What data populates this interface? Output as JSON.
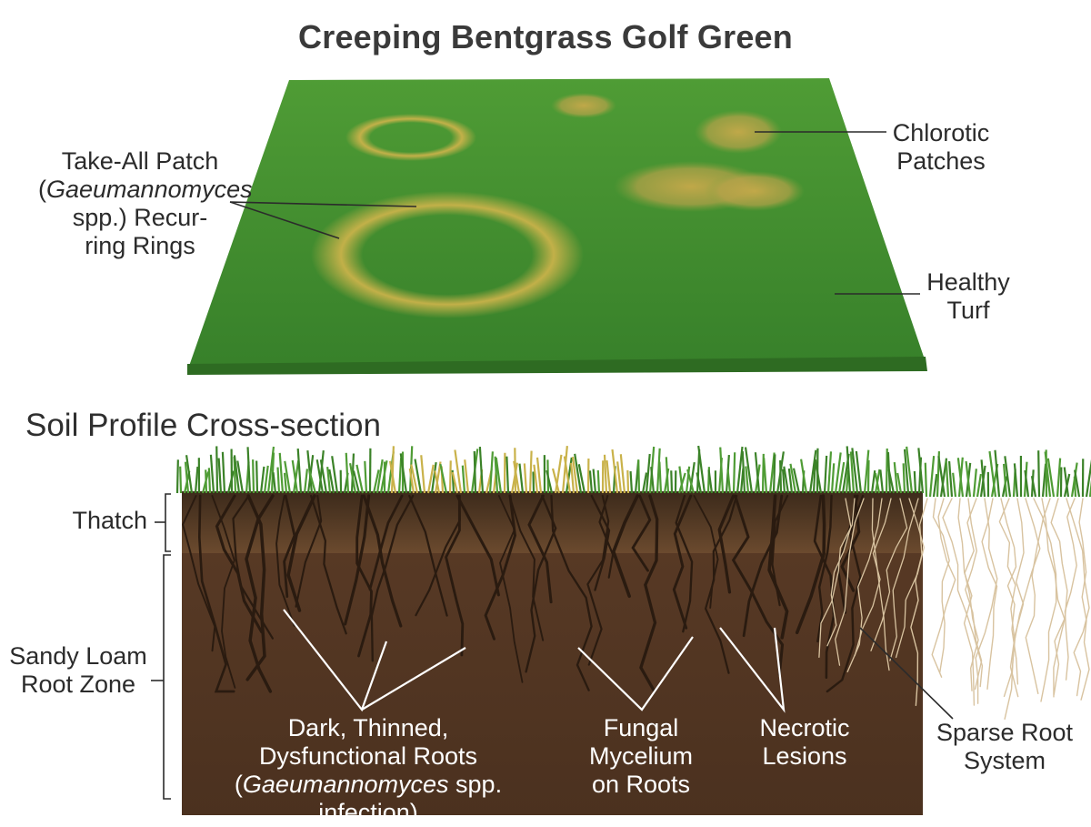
{
  "title": "Creeping Bentgrass Golf Green",
  "section_title": "Soil Profile Cross-section",
  "labels": {
    "take_all": {
      "line1": "Take-All Patch",
      "line2_paren": "(",
      "line2_italic": "Gaeumannomyces",
      "line3": "spp.) Recur-",
      "line4": "ring Rings"
    },
    "chlorotic": {
      "line1": "Chlorotic",
      "line2": "Patches"
    },
    "healthy": {
      "line1": "Healthy",
      "line2": "Turf"
    },
    "thatch": "Thatch",
    "sandy_loam": {
      "line1": "Sandy Loam",
      "line2": "Root Zone"
    },
    "dark_roots": {
      "line1": "Dark, Thinned,",
      "line2": "Dysfunctional Roots",
      "line3_italic": "Gaeumannomyces",
      "line3_rest": " spp. infection)",
      "line3_open": "("
    },
    "fungal": {
      "line1": "Fungal",
      "line2": "Mycelium",
      "line3": "on Roots"
    },
    "necrotic": {
      "line1": "Necrotic",
      "line2": "Lesions"
    },
    "sparse": {
      "line1": "Sparse Root",
      "line2": "System"
    }
  },
  "colors": {
    "turf_green": "#3f8f2a",
    "patch_yellow": "#c9b24a",
    "thatch_brown": "#5b3f27",
    "soil_brown": "#5a3b26",
    "healthy_roots": "#d8c3a0"
  }
}
